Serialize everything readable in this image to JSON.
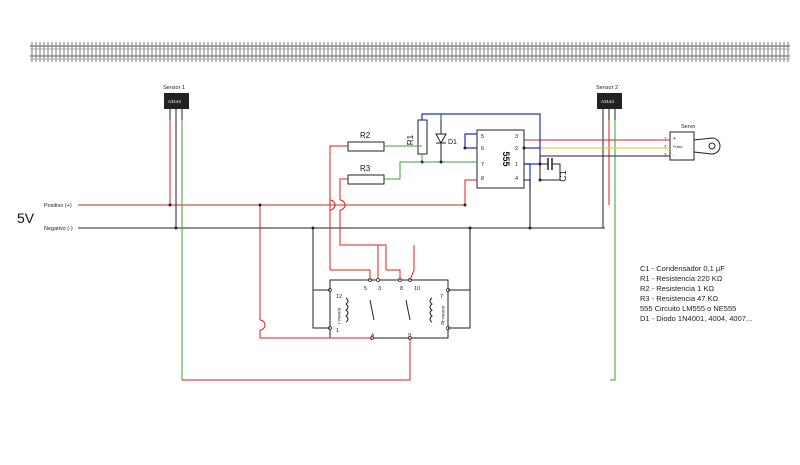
{
  "supply": {
    "voltage": "5V",
    "positive_label": "Positivo (+)",
    "negative_label": "Negativo (-)"
  },
  "sensors": [
    {
      "title": "Sensor 1",
      "chip": "A3144"
    },
    {
      "title": "Sensor 2",
      "chip": "A3144"
    }
  ],
  "servo": {
    "title": "Servo",
    "pin_labels": [
      "+",
      "Pulso",
      "-"
    ],
    "pin_numbers": [
      "1",
      "2",
      "3"
    ]
  },
  "components": {
    "r1": "R1",
    "r2": "R2",
    "r3": "R3",
    "d1": "D1",
    "c1": "C1",
    "ic": "555",
    "ic_pins": [
      "5",
      "6",
      "7",
      "8",
      "3",
      "2",
      "1",
      "4"
    ]
  },
  "relay": {
    "coil_labels": [
      "BOBINA 1",
      "BOBINA 2"
    ],
    "pins": [
      "12",
      "5",
      "3",
      "8",
      "10",
      "7",
      "1",
      "4",
      "9",
      "6"
    ]
  },
  "legend": [
    "C1 -  Condensador 0,1 µF",
    "R1 - Resistencia 220 KΩ",
    "R2 - Resistencia 1 KΩ",
    "R3 - Resistencia 47  KΩ",
    "555 Circuito LM555 o NE555",
    "D1 - Diodo  1N4001, 4004, 4007..."
  ],
  "colors": {
    "positive": "#e0201e",
    "negative": "#222222",
    "signal": "#3aa33a",
    "blue": "#1e2fd0",
    "yellow": "#e8c020"
  }
}
